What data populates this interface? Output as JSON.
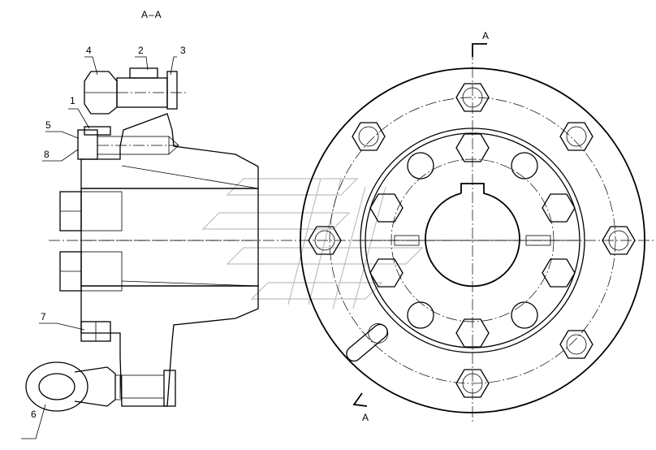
{
  "section_title": "A–A",
  "section_marks": {
    "top": "A",
    "bottom": "A"
  },
  "callouts": [
    {
      "id": "c4",
      "text": "4"
    },
    {
      "id": "c2",
      "text": "2"
    },
    {
      "id": "c3",
      "text": "3"
    },
    {
      "id": "c1",
      "text": "1"
    },
    {
      "id": "c5",
      "text": "5"
    },
    {
      "id": "c8",
      "text": "8"
    },
    {
      "id": "c7",
      "text": "7"
    },
    {
      "id": "c6",
      "text": "6"
    }
  ],
  "colors": {
    "line": "#000000",
    "watermark": "#bfbfbf",
    "background": "#ffffff"
  }
}
